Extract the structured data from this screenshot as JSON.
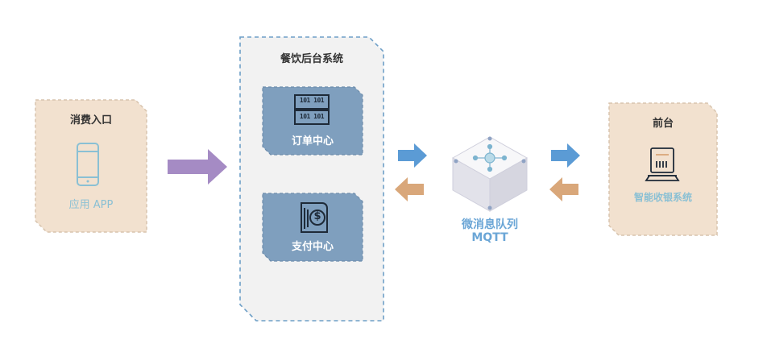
{
  "entry": {
    "title": "消费入口",
    "app_label": "应用 APP"
  },
  "backend": {
    "title": "餐饮后台系统",
    "order": {
      "label": "订单中心",
      "bits_top": "101 101",
      "bits_bottom": "101 101"
    },
    "payment": {
      "label": "支付中心"
    }
  },
  "queue": {
    "line1": "微消息队列",
    "line2": "MQTT"
  },
  "front": {
    "title": "前台",
    "pos_label": "智能收银系统"
  },
  "colors": {
    "peach": "#f2e1cf",
    "grey_panel": "#f2f2f2",
    "blue_card": "#7f9fbe",
    "purple_arrow": "#a58bc4",
    "blue_arrow": "#5b9bd5",
    "orange_arrow": "#d9a77a",
    "teal_text": "#8ac0d4",
    "queue_text": "#6ba6d6"
  }
}
